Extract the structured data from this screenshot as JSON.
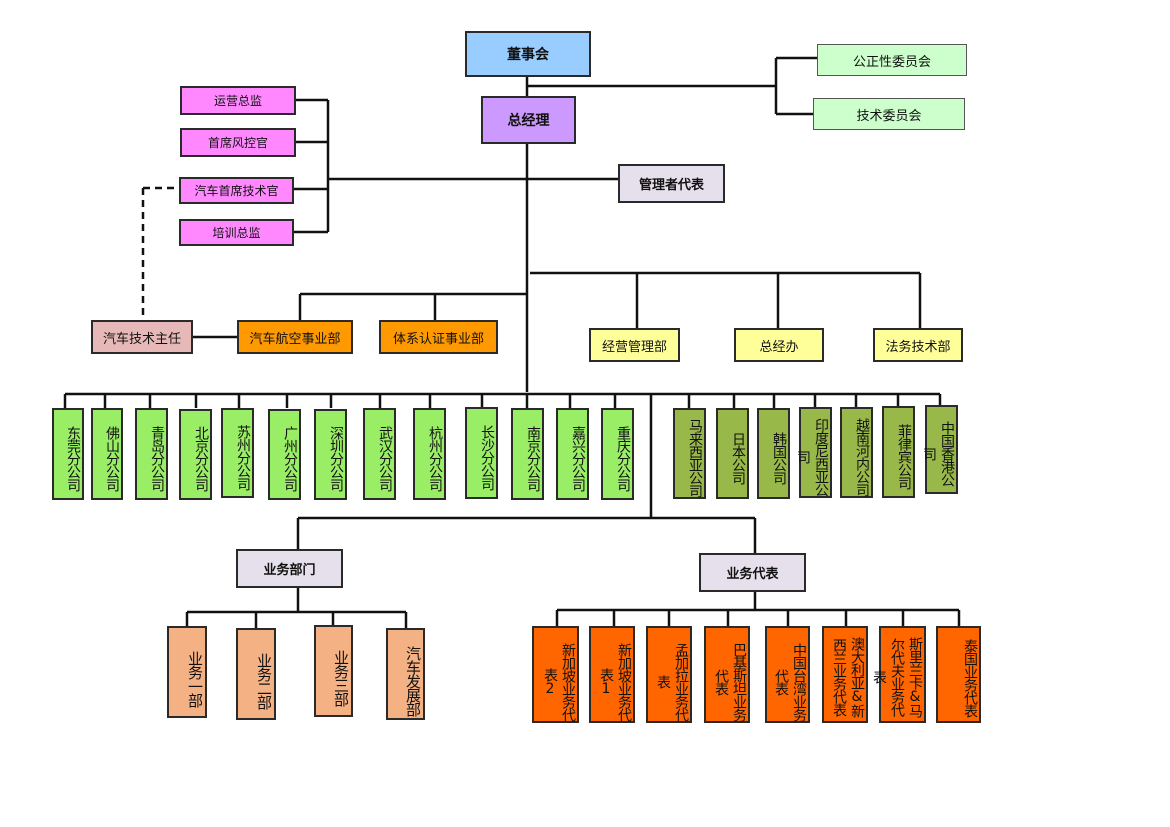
{
  "title": "组织架构图",
  "top": {
    "board": "董事会",
    "general_manager": "总经理",
    "committees": [
      "公正性委员会",
      "技术委员会"
    ],
    "management_rep": "管理者代表"
  },
  "executives": [
    "运营总监",
    "首席风控官",
    "汽车首席技术官",
    "培训总监"
  ],
  "tech_director": "汽车技术主任",
  "divisions": [
    "汽车航空事业部",
    "体系认证事业部"
  ],
  "departments": [
    "经营管理部",
    "总经办",
    "法务技术部"
  ],
  "domestic_branches": [
    "东莞分公司",
    "佛山分公司",
    "青岛分公司",
    "北京分公司",
    "苏州分公司",
    "广州分公司",
    "深圳分公司",
    "武汉分公司",
    "杭州分公司",
    "长沙分公司",
    "南京分公司",
    "嘉兴分公司",
    "重庆分公司"
  ],
  "overseas_branches": [
    "马来西亚公司",
    "日本公司",
    "韩国公司",
    "印度尼西亚公司",
    "越南河内公司",
    "菲律宾公司",
    "中国香港公司"
  ],
  "business_dept": {
    "label": "业务部门",
    "units": [
      "业务一部",
      "业务二部",
      "业务三部",
      "汽车发展部"
    ]
  },
  "business_reps": {
    "label": "业务代表",
    "units": [
      "新加坡业务代表2",
      "新加坡业务代表1",
      "孟加拉业务代表",
      "巴基斯坦业务代表",
      "中国台湾业务代表",
      "澳大利亚&新西兰业务代表",
      "斯里兰卡&马尔代夫业务代表",
      "泰国业务代表"
    ]
  },
  "colors": {
    "board": "#99ccff",
    "general_manager": "#cc99ff",
    "committee": "#ccffcc",
    "executive": "#ff88ff",
    "division": "#ff9900",
    "department": "#ffff99",
    "domestic_branch": "#99ee66",
    "overseas_branch": "#99b84a",
    "business_unit": "#f4b183",
    "business_rep": "#ff6600"
  }
}
